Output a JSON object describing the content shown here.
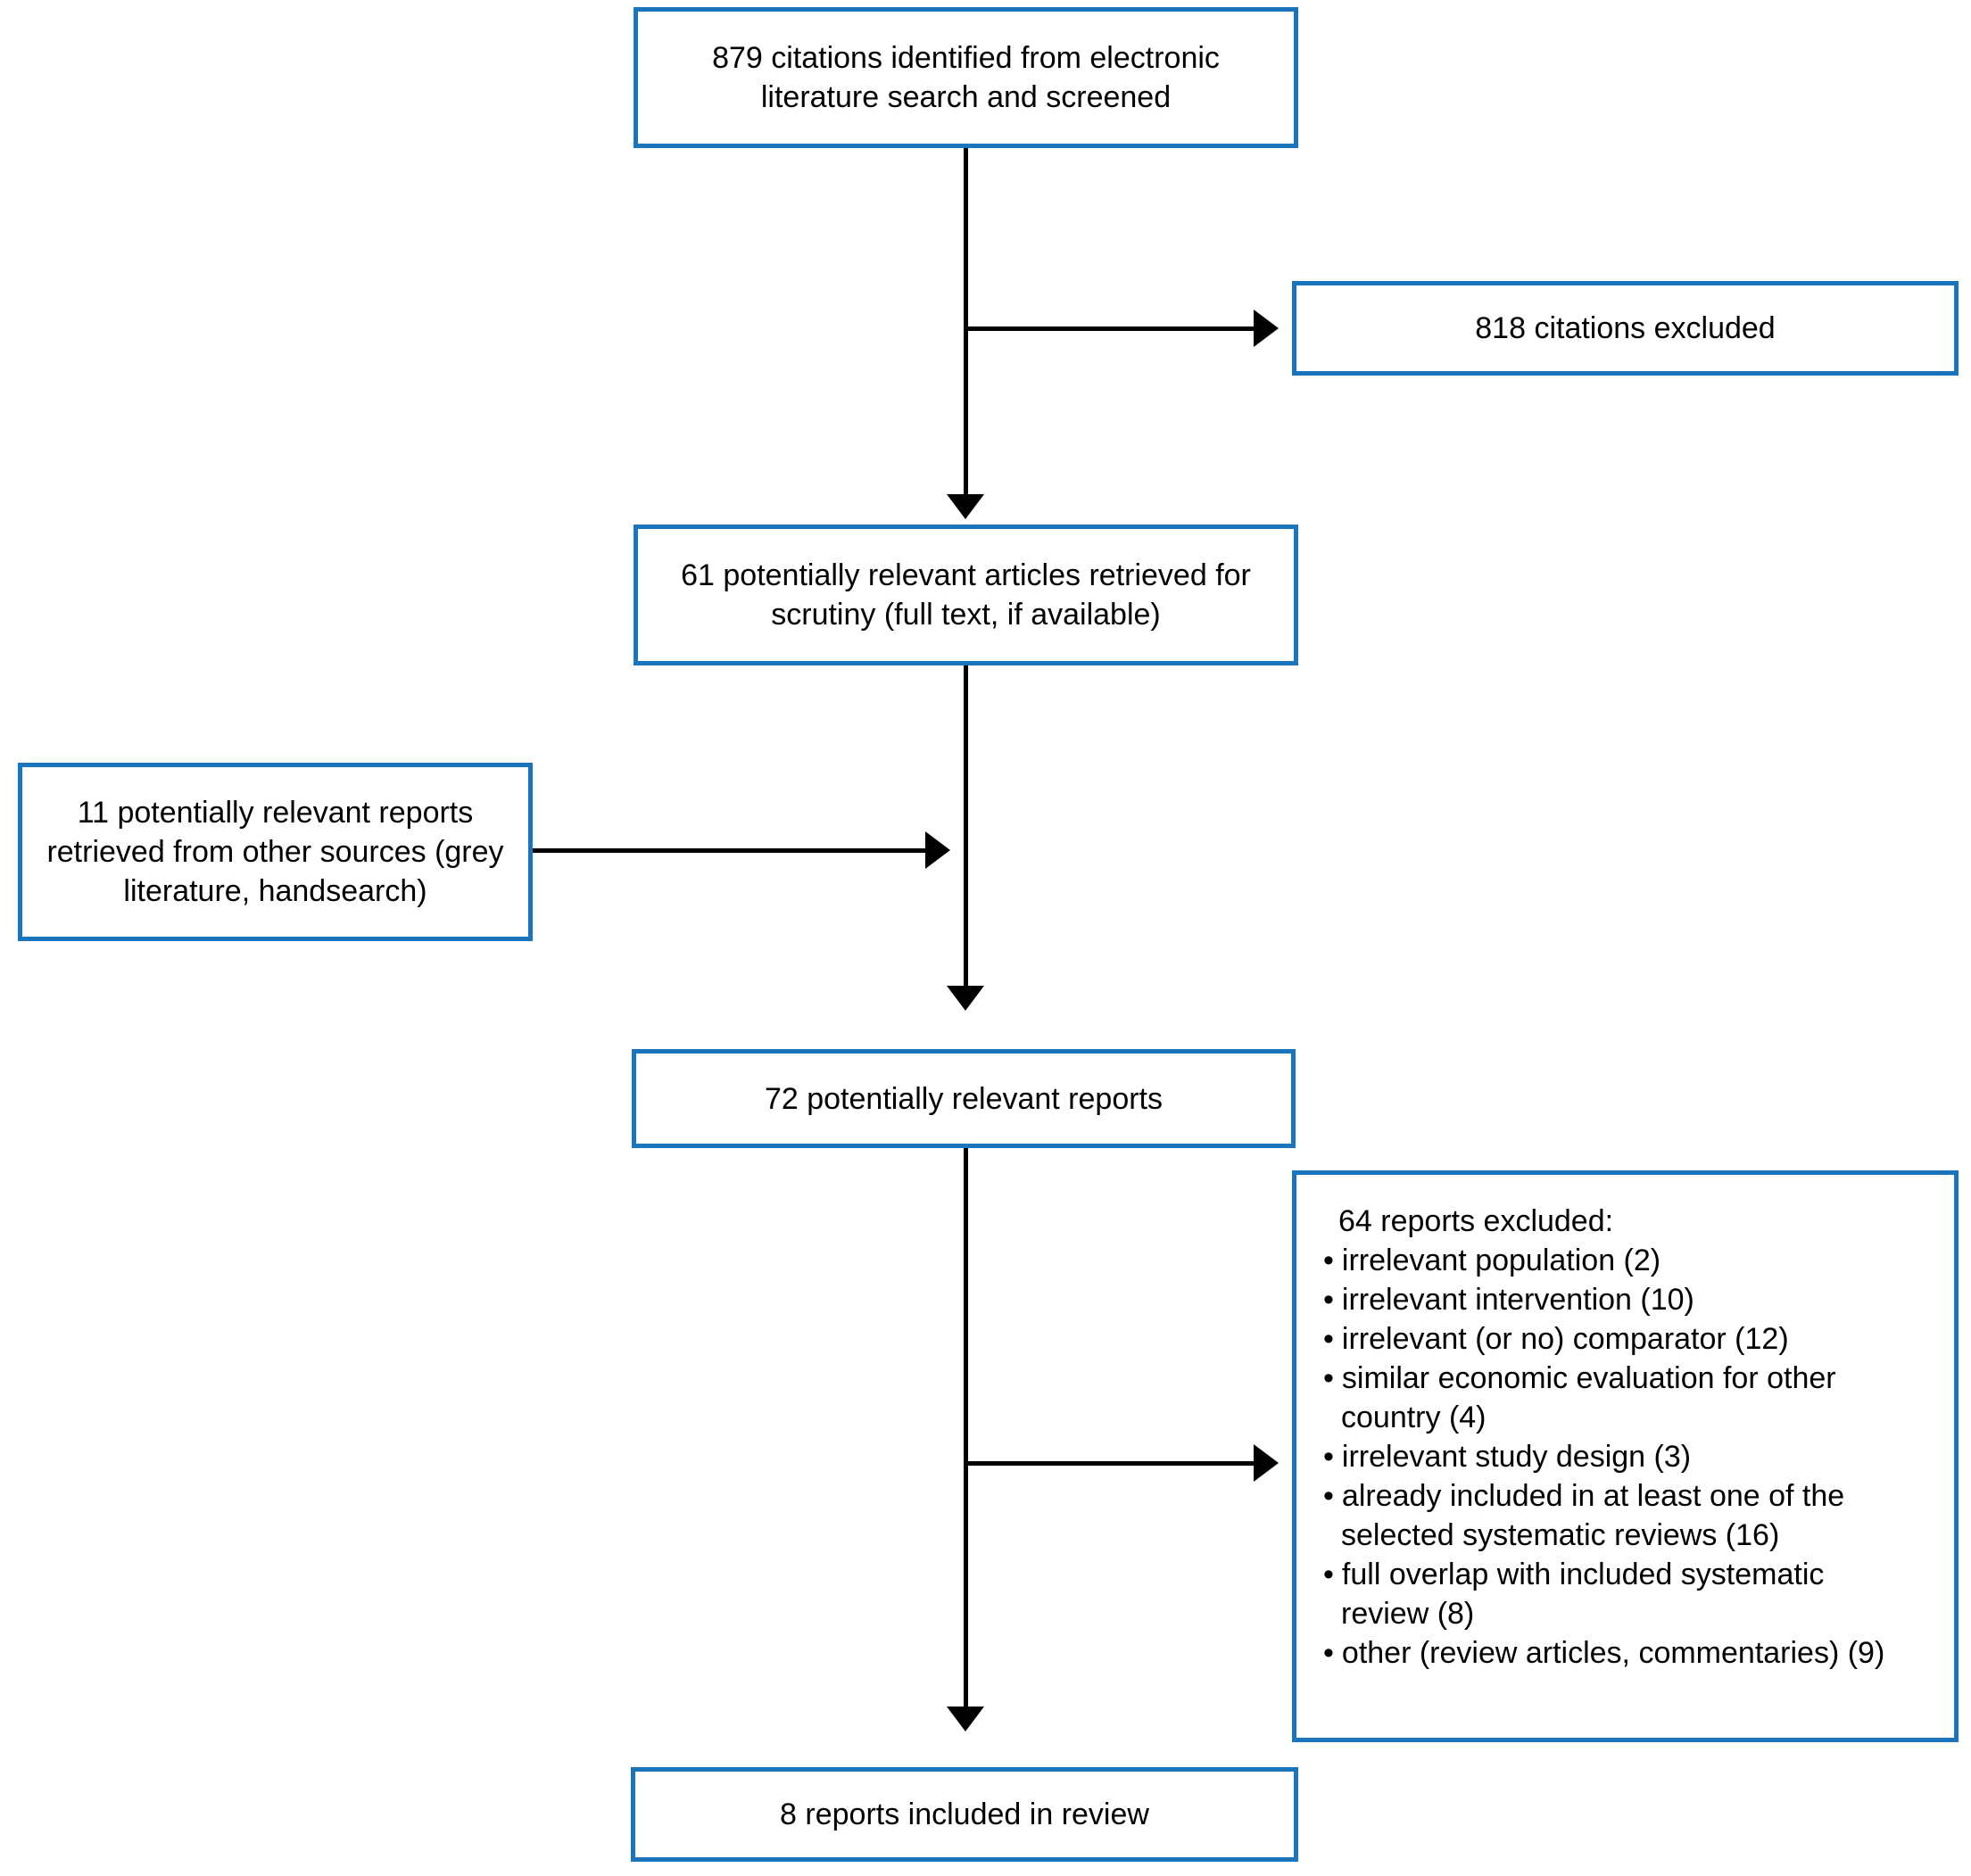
{
  "colors": {
    "box_border": "#1b75bc",
    "line": "#000000",
    "background": "#ffffff",
    "text": "#000000"
  },
  "boxes": {
    "identified": {
      "text": "879 citations identified from electronic literature search and screened"
    },
    "citations_excluded": {
      "text": "818 citations excluded"
    },
    "retrieved_for_scrutiny": {
      "text": "61 potentially relevant articles retrieved for scrutiny (full text, if available)"
    },
    "other_sources": {
      "text": "11 potentially relevant reports retrieved from other sources (grey literature, handsearch)"
    },
    "potentially_relevant": {
      "text": "72 potentially relevant reports"
    },
    "reports_excluded": {
      "header": "64 reports excluded:",
      "items": [
        "irrelevant population (2)",
        "irrelevant intervention (10)",
        "irrelevant (or no) comparator (12)",
        "similar economic evaluation for other country (4)",
        "irrelevant study design (3)",
        "already included in at least one of the selected systematic reviews (16)",
        "full overlap with included systematic review (8)",
        "other (review articles, commentaries) (9)"
      ]
    },
    "included": {
      "text": "8 reports included in review"
    }
  }
}
